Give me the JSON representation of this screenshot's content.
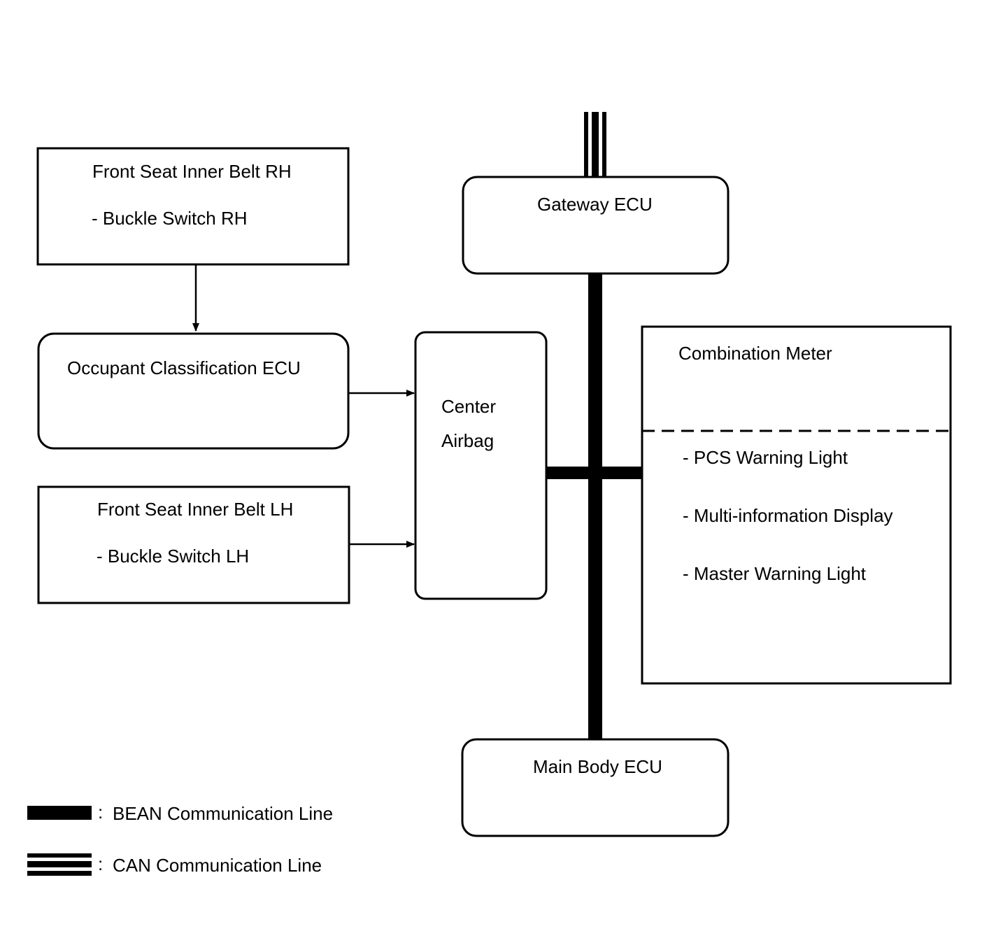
{
  "diagram": {
    "boxes": {
      "belt_rh": {
        "title": "Front Seat Inner Belt RH",
        "item": "- Buckle Switch RH"
      },
      "occupant_ecu": {
        "title": "Occupant Classification ECU"
      },
      "belt_lh": {
        "title": "Front Seat Inner Belt LH",
        "item": "- Buckle Switch LH"
      },
      "center_airbag": {
        "line1": "Center",
        "line2": "Airbag"
      },
      "gateway_ecu": {
        "title": "Gateway ECU"
      },
      "combination_meter": {
        "title": "Combination Meter",
        "items": [
          "- PCS Warning Light",
          "- Multi-information Display",
          "- Master Warning Light"
        ]
      },
      "main_body_ecu": {
        "title": "Main Body ECU"
      }
    },
    "legend": [
      {
        "label": "BEAN Communication Line"
      },
      {
        "label": "CAN Communication Line"
      }
    ],
    "legend_separator": ":"
  }
}
